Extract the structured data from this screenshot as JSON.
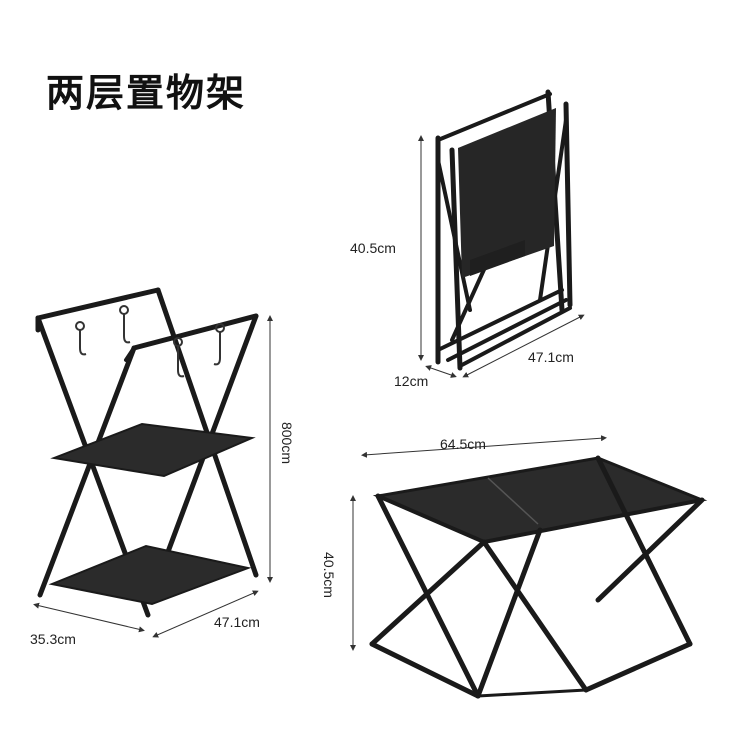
{
  "title": "两层置物架",
  "dimensions": {
    "folded_height": "40.5cm",
    "folded_width": "47.1cm",
    "folded_depth": "12cm",
    "tall_height": "800cm",
    "tall_depth": "35.3cm",
    "tall_width": "47.1cm",
    "table_width": "64.5cm",
    "table_height": "40.5cm"
  },
  "colors": {
    "frame": "#1a1a1a",
    "shelf": "#2b2b2b",
    "dimension_line": "#333333"
  }
}
